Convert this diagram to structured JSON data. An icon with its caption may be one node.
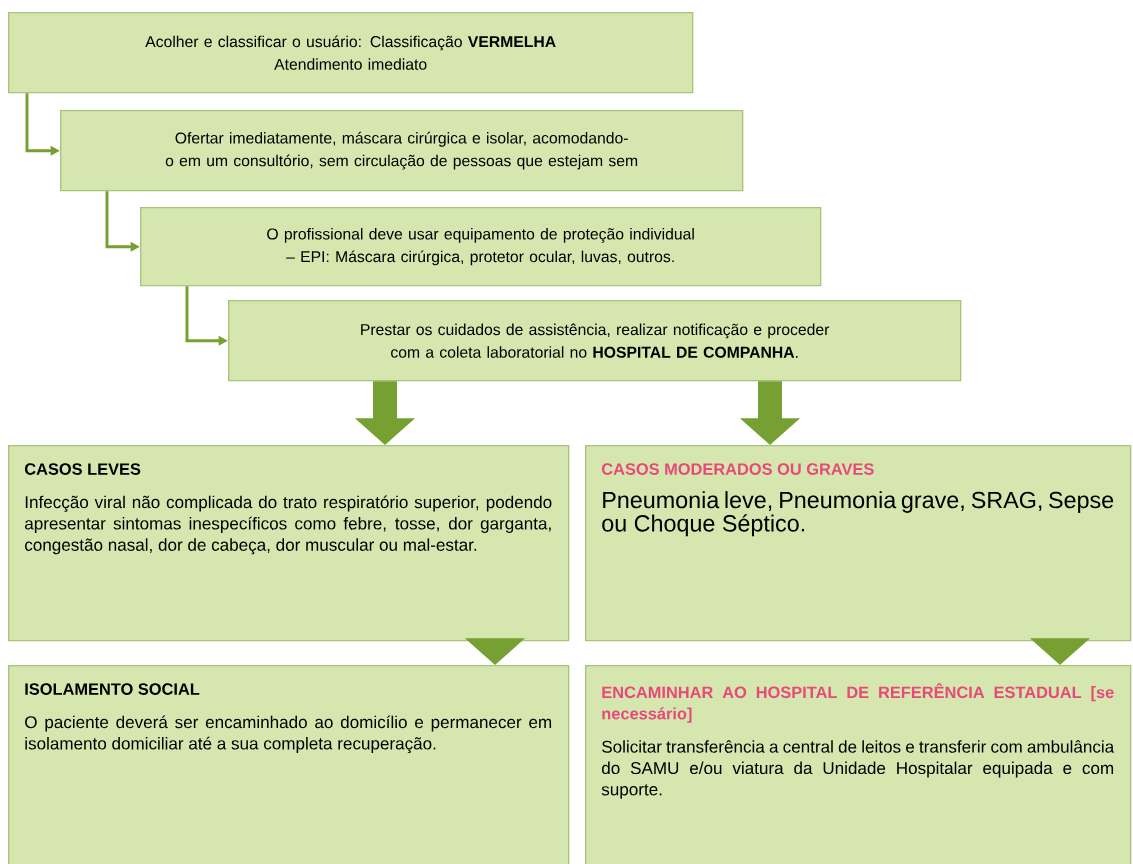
{
  "diagram": {
    "nodes": [
      {
        "text": [
          "Acolher e classificar o usuário: Classificação **VERMELHA**",
          "Atendimento imediato"
        ]
      },
      {
        "text": [
          "Ofertar imediatamente, máscara cirúrgica e isolar, acomodando-o em um consultório, sem circulação de pessoas que estejam sem"
        ]
      },
      {
        "text": [
          "O profissional deve usar equipamento de proteção individual – EPI: Máscara cirúrgica, protetor ocular, luvas, outros."
        ]
      },
      {
        "text": [
          "Prestar os cuidados de assistência, realizar notificação e proceder com a coleta laboratorial no **HOSPITAL DE COMPANHA**."
        ]
      },
      {
        "text": [
          "CASOS LEVES",
          "Infecção viral não complicada do trato respiratório superior, podendo apresentar sintomas inespecíficos como febre, tosse, dor garganta, congestão nasal, dor de cabeça, dor muscular ou mal-estar."
        ]
      },
      {
        "text": [
          "CASOS MODERADOS OU GRAVES",
          "Pneumonia leve, Pneumonia grave, SRAG, Sepse ou Choque Séptico."
        ]
      },
      {
        "text": [
          "ISOLAMENTO SOCIAL",
          "O paciente deverá ser encaminhado ao domicílio e permanecer em isolamento domiciliar até a sua completa recuperação."
        ]
      },
      {
        "text": [
          "ENCAMINHAR AO HOSPITAL DE REFERÊNCIA ESTADUAL [se necessário]",
          "Solicitar transferência a central de leitos e transferir com ambulância do SAMU e/ou viatura da Unidade Hospitalar equipada e com suporte."
        ]
      }
    ],
    "edges": [
      {
        "from": 0,
        "to": 1,
        "arrow": "to"
      },
      {
        "from": 1,
        "to": 2,
        "arrow": "to"
      },
      {
        "from": 2,
        "to": 3,
        "arrow": "to"
      },
      {
        "from": 3,
        "to": 4,
        "arrow": "to",
        "style": "thick"
      },
      {
        "from": 3,
        "to": 5,
        "arrow": "to",
        "style": "thick"
      },
      {
        "from": 4,
        "to": 6,
        "arrow": "to",
        "style": "thick"
      },
      {
        "from": 5,
        "to": 7,
        "arrow": "to",
        "style": "thick"
      }
    ]
  }
}
